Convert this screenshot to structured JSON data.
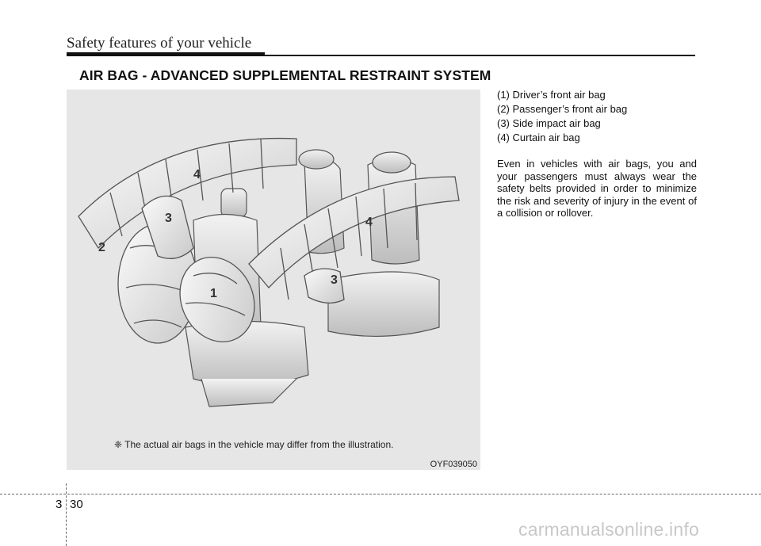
{
  "header": {
    "title": "Safety features of your vehicle"
  },
  "section": {
    "title": "AIR BAG - ADVANCED SUPPLEMENTAL RESTRAINT SYSTEM"
  },
  "figure": {
    "callouts": {
      "front_driver": "1",
      "front_passenger": "2",
      "side_front": "3",
      "side_rear": "3",
      "curtain_front": "4",
      "curtain_rear": "4"
    },
    "note": "❈ The actual air bags in the vehicle may differ from the illustration.",
    "code": "OYF039050"
  },
  "legend": [
    "(1) Driver’s front air bag",
    "(2) Passenger’s front air bag",
    "(3) Side impact air bag",
    "(4) Curtain air bag"
  ],
  "body": {
    "paragraph": "Even in vehicles with air bags, you and your passengers must always wear the safety belts provided in order to minimize the risk and severity of injury in the event of a collision or rollover."
  },
  "footer": {
    "chapter": "3",
    "page": "30"
  },
  "watermark": "carmanualsonline.info"
}
